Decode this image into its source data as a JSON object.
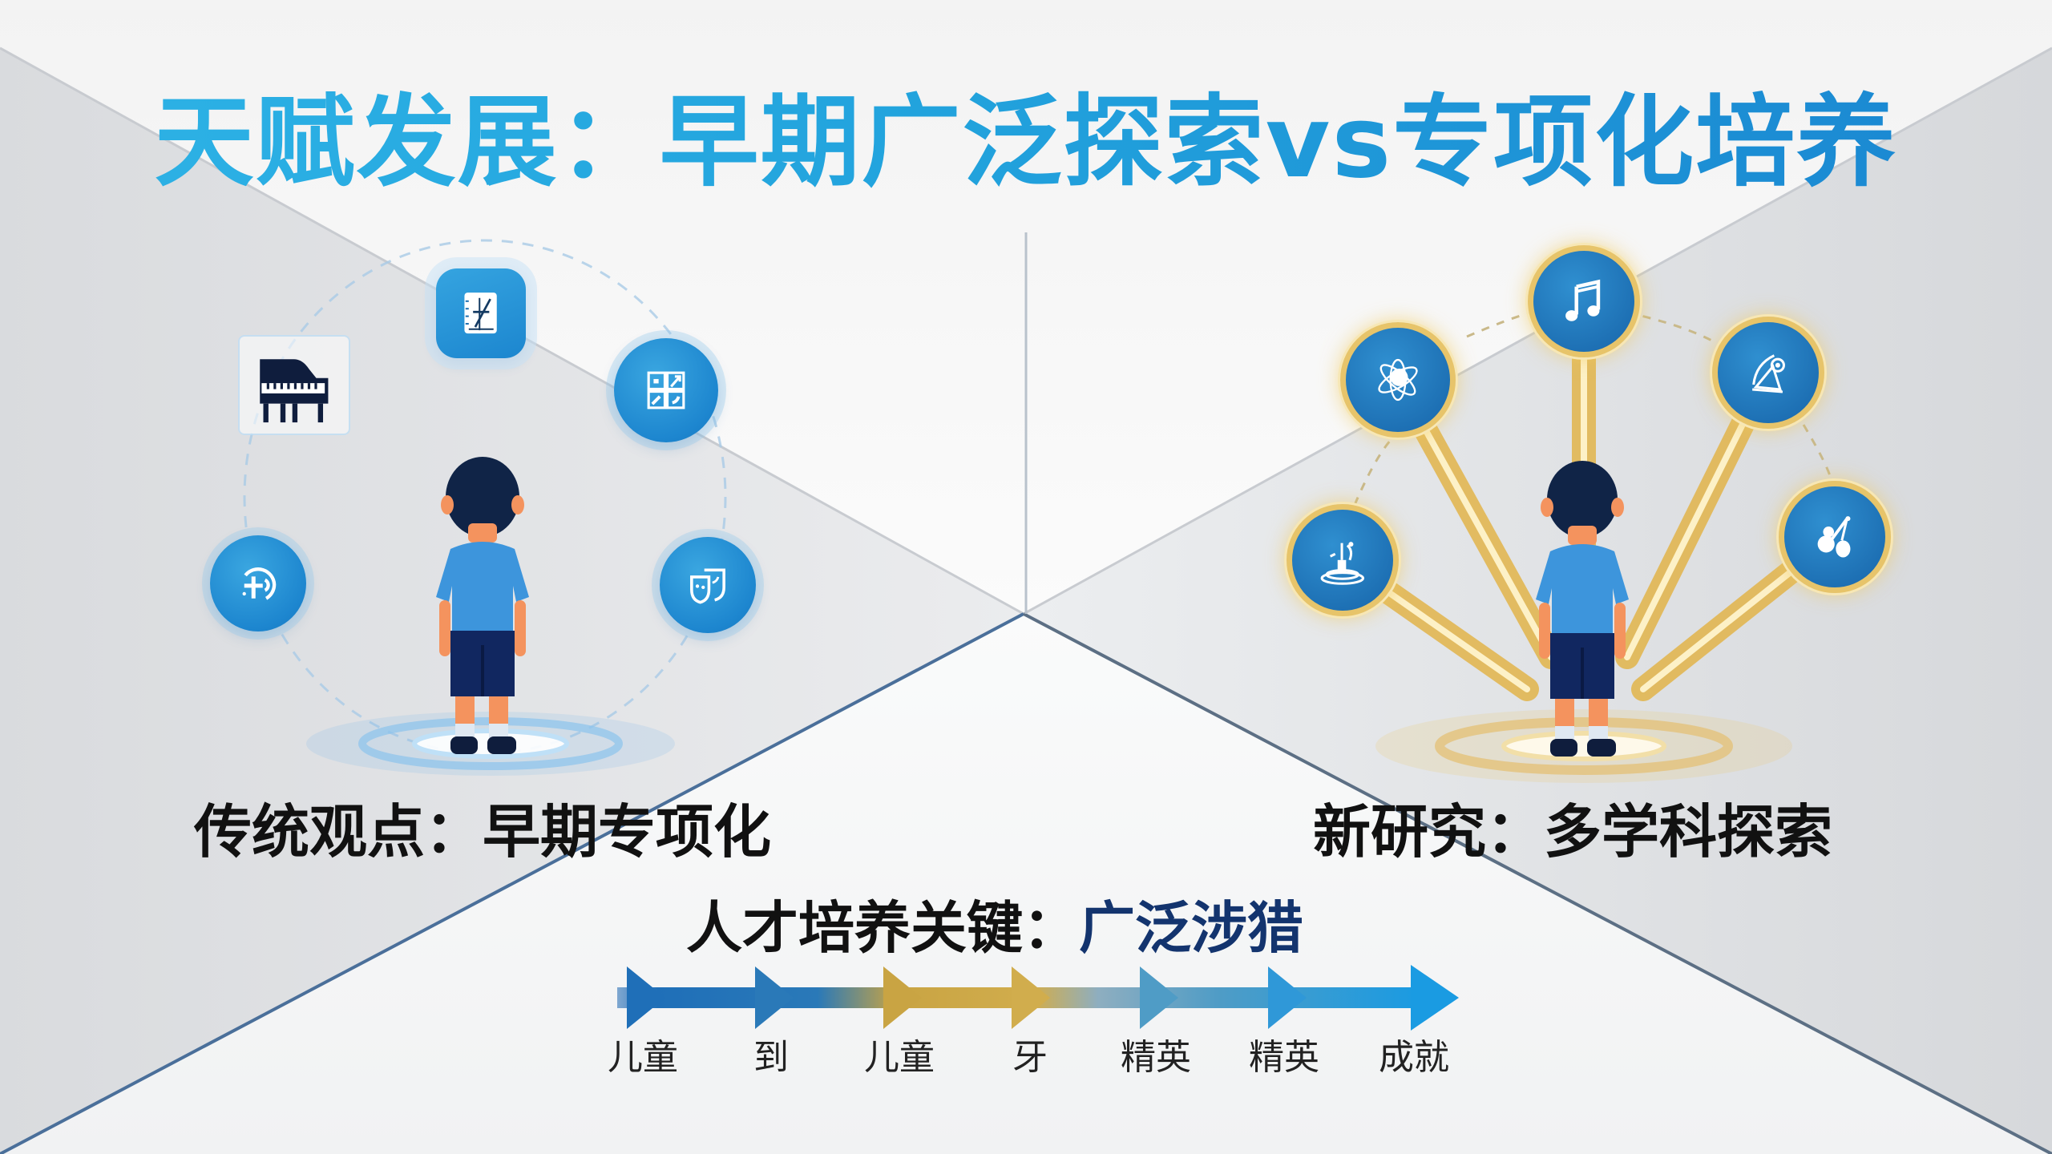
{
  "title": "天赋发展：早期广泛探索vs专项化培养",
  "colors": {
    "title_gradient_start": "#2eb3e6",
    "title_gradient_end": "#1a86d1",
    "icon_blue": "#1d86cf",
    "gold": "#e7c46a",
    "key_accent": "#13346e",
    "divider_line": "#4a6f9a"
  },
  "left_panel": {
    "subtitle": "传统观点：早期专项化",
    "theme": "blue",
    "icons": [
      {
        "name": "piano-icon",
        "shape": "square-outline"
      },
      {
        "name": "notebook-icon",
        "shape": "rounded-square"
      },
      {
        "name": "puzzle-grid-icon",
        "shape": "circle"
      },
      {
        "name": "medical-cross-icon",
        "shape": "circle"
      },
      {
        "name": "theatre-masks-icon",
        "shape": "circle"
      }
    ]
  },
  "right_panel": {
    "subtitle": "新研究：多学科探索",
    "theme": "gold",
    "icons": [
      {
        "name": "atom-icon",
        "shape": "gold-circle"
      },
      {
        "name": "music-note-icon",
        "shape": "gold-circle"
      },
      {
        "name": "telescope-icon",
        "shape": "gold-circle"
      },
      {
        "name": "fountain-icon",
        "shape": "gold-circle"
      },
      {
        "name": "guitar-violin-icon",
        "shape": "gold-circle"
      }
    ]
  },
  "key_message": {
    "label": "人才培养关键：",
    "accent": "广泛涉猎"
  },
  "timeline": {
    "steps": [
      "儿童",
      "到",
      "儿童",
      "牙",
      "精英",
      "精英",
      "成就"
    ],
    "arrow_colors": [
      "#1f6fb8",
      "#2a79b8",
      "#c9a443",
      "#d1ad4d",
      "#4f9cc6",
      "#2f98d8",
      "#1a9be2"
    ]
  }
}
